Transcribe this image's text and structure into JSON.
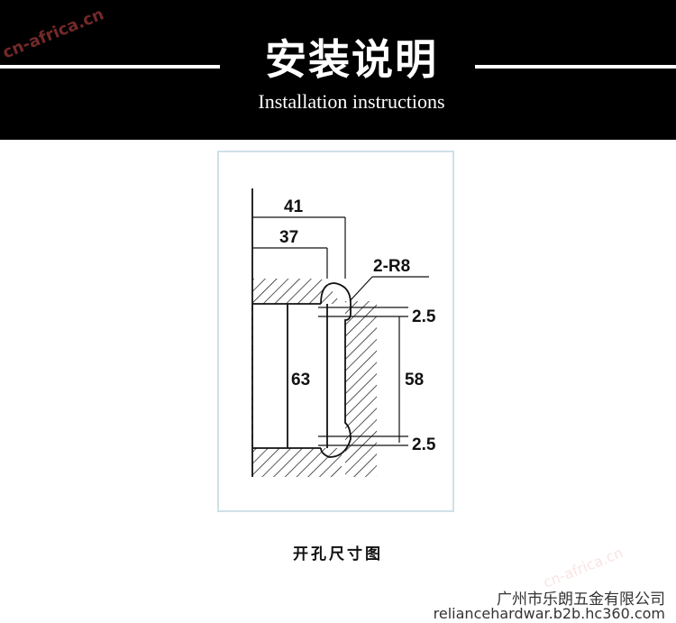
{
  "watermark": {
    "top_left": "cn-africa.cn",
    "bottom_right": "cn-africa.cn"
  },
  "header": {
    "title_cn": "安装说明",
    "title_en": "Installation instructions"
  },
  "diagram": {
    "dim_41": "41",
    "dim_37": "37",
    "radius_label": "2-R8",
    "dim_top_gap": "2.5",
    "dim_63": "63",
    "dim_58": "58",
    "dim_bottom_gap": "2.5"
  },
  "caption": "开孔尺寸图",
  "footer": {
    "company": "广州市乐朗五金有限公司",
    "site": "reliancehardwar.b2b.hc360.com"
  }
}
